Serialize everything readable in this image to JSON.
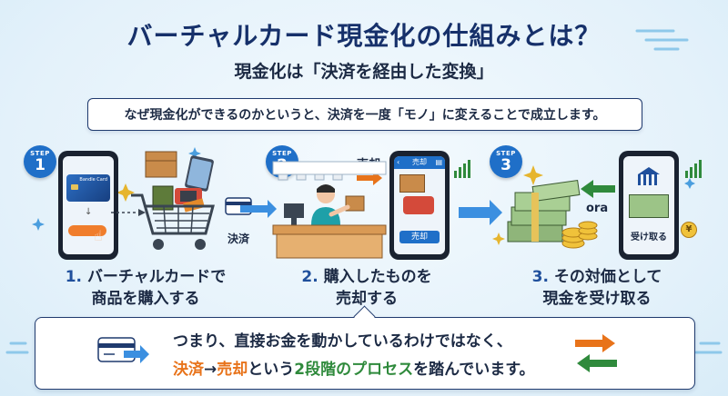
{
  "title": "バーチャルカード現金化の仕組みとは？",
  "subtitle": "現金化は「決済を経由した変換」",
  "lead": "なぜ現金化ができるのかというと、決済を一度「モノ」に変えることで成立します。",
  "steps": [
    {
      "badge_label": "STEP",
      "badge_num": "1",
      "num": "1.",
      "line1": "バーチャルカードで",
      "line2": "商品を購入する",
      "card_text": "Bandle Card"
    },
    {
      "badge_label": "STEP",
      "badge_num": "2",
      "num": "2.",
      "line1": "購入したものを",
      "line2": "売却する",
      "sell_tag": "売却",
      "screen_header": "売却",
      "screen_button": "売却"
    },
    {
      "badge_label": "STEP",
      "badge_num": "3",
      "num": "3.",
      "line1": "その対価として",
      "line2": "現金を受け取る",
      "ora_text": "ora",
      "receive_tag": "受け取る",
      "yen": "¥"
    }
  ],
  "flow_label": "決済",
  "bottom": {
    "line1": "つまり、直接お金を動かしているわけではなく、",
    "part_a": "決済",
    "arrow": "→",
    "part_b": "売却",
    "part_c": "という",
    "part_d": "2段階のプロセス",
    "part_e": "を踏んでいます。"
  },
  "colors": {
    "navy": "#16306a",
    "blue": "#1f6fc8",
    "orange": "#e8731a",
    "green": "#2f8a3c"
  }
}
